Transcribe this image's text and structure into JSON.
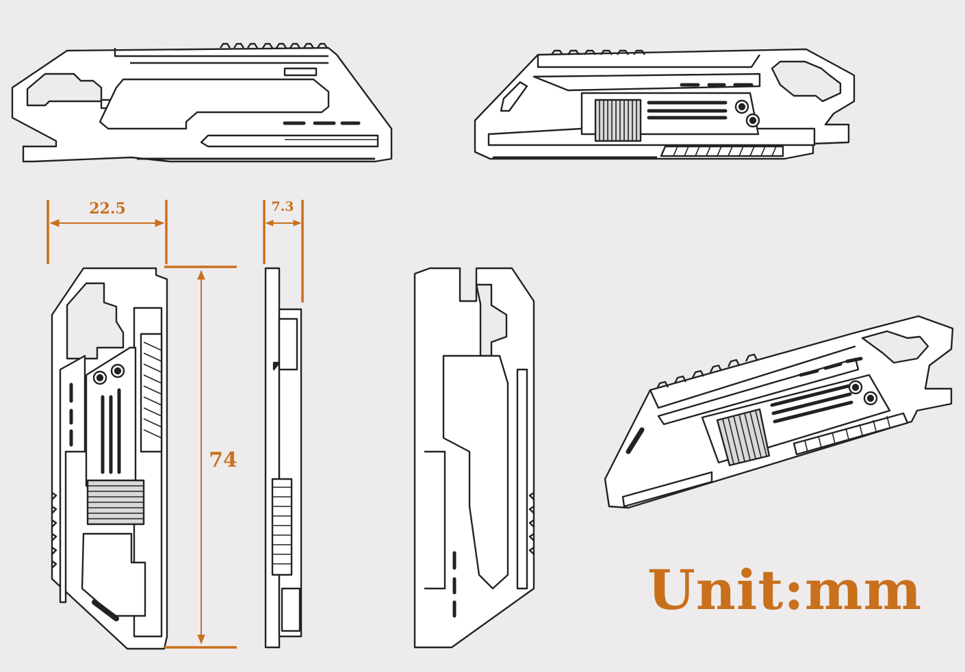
{
  "dimensions": {
    "width": "22.5",
    "thickness": "7.3",
    "length": "74"
  },
  "unit_label": "Unit:mm",
  "colors": {
    "background": "#eeebec",
    "accent": "#c8701c",
    "line": "#222222",
    "fill": "#ffffff"
  },
  "views": [
    "top-view-left",
    "top-view-right",
    "front-view",
    "side-view",
    "back-view",
    "isometric-view"
  ]
}
